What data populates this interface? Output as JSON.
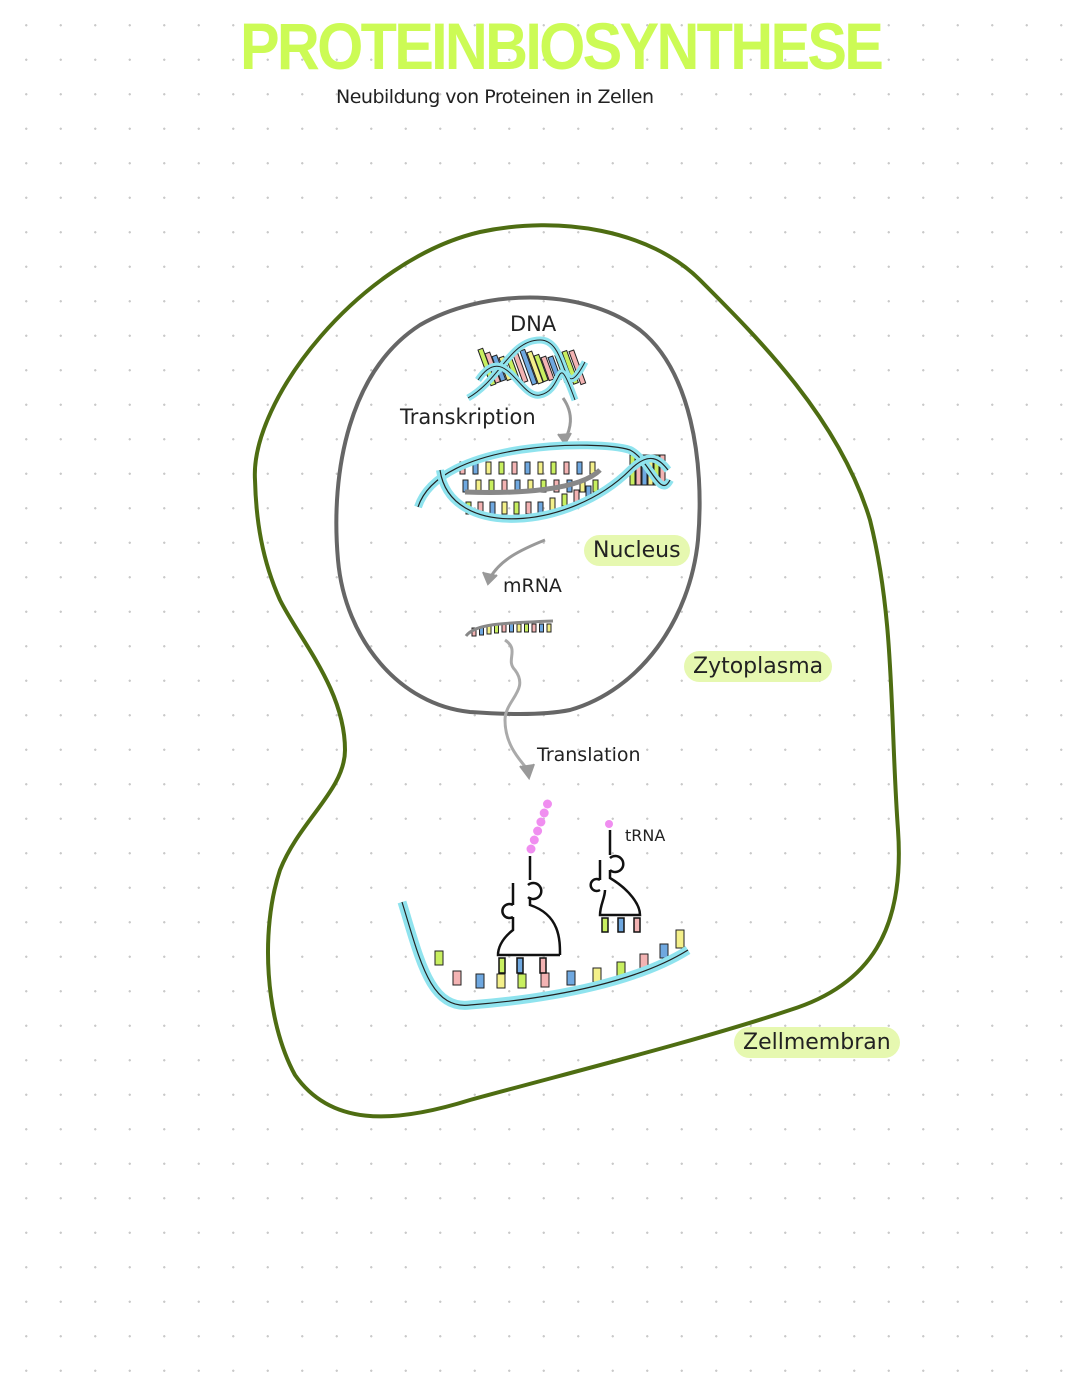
{
  "title": "PROTEINBIOSYNTHESE",
  "subtitle": "Neubildung von Proteinen in Zellen",
  "labels": {
    "dna": "DNA",
    "transcription": "Transkription",
    "mrna": "mRNA",
    "translation": "Translation",
    "trna": "tRNA",
    "nucleus": "Nucleus",
    "cytoplasm": "Zytoplasma",
    "cell_membrane": "Zellmembran"
  },
  "colors": {
    "title": "#ccfb55",
    "highlight": "#e6f8b0",
    "membrane": "#4e6d12",
    "nucleus": "#666666",
    "backbone": "#8fe3ee",
    "amino_acid": "#f08ef0",
    "bases": [
      "#c8ef60",
      "#f3b3b3",
      "#6fa8e0",
      "#f4f08a"
    ]
  }
}
